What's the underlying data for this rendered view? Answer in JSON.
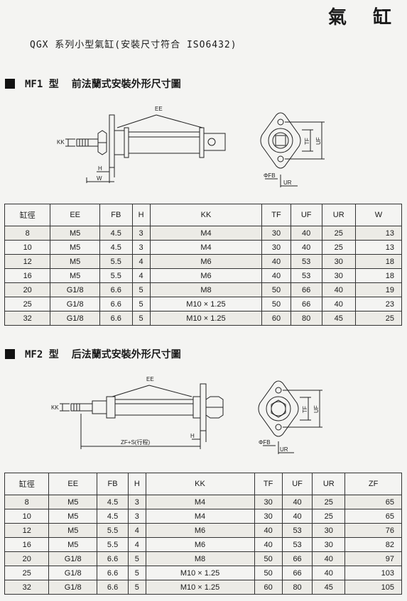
{
  "header": {
    "title": "氣 缸",
    "subtitle": "QGX 系列小型氣缸(安裝尺寸符合 ISO6432)"
  },
  "mf1": {
    "model": "MF1 型",
    "heading": "前法蘭式安裝外形尺寸圖",
    "labels": {
      "ee": "EE",
      "kk": "KK",
      "h": "H",
      "w": "W",
      "tf": "TF",
      "uf": "UF",
      "fb": "ΦFB",
      "ur": "UR"
    },
    "columns": [
      "缸徑",
      "EE",
      "FB",
      "H",
      "KK",
      "TF",
      "UF",
      "UR",
      "W"
    ],
    "rows": [
      [
        "8",
        "M5",
        "4.5",
        "3",
        "M4",
        "30",
        "40",
        "25",
        "13"
      ],
      [
        "10",
        "M5",
        "4.5",
        "3",
        "M4",
        "30",
        "40",
        "25",
        "13"
      ],
      [
        "12",
        "M5",
        "5.5",
        "4",
        "M6",
        "40",
        "53",
        "30",
        "18"
      ],
      [
        "16",
        "M5",
        "5.5",
        "4",
        "M6",
        "40",
        "53",
        "30",
        "18"
      ],
      [
        "20",
        "G1/8",
        "6.6",
        "5",
        "M8",
        "50",
        "66",
        "40",
        "19"
      ],
      [
        "25",
        "G1/8",
        "6.6",
        "5",
        "M10 × 1.25",
        "50",
        "66",
        "40",
        "23"
      ],
      [
        "32",
        "G1/8",
        "6.6",
        "5",
        "M10 × 1.25",
        "60",
        "80",
        "45",
        "25"
      ]
    ]
  },
  "mf2": {
    "model": "MF2 型",
    "heading": "后法蘭式安裝外形尺寸圖",
    "labels": {
      "ee": "EE",
      "kk": "KK",
      "h": "H",
      "zf": "ZF+S(行程)",
      "tf": "TF",
      "uf": "UF",
      "fb": "ΦFB",
      "ur": "UR"
    },
    "columns": [
      "缸徑",
      "EE",
      "FB",
      "H",
      "KK",
      "TF",
      "UF",
      "UR",
      "ZF"
    ],
    "rows": [
      [
        "8",
        "M5",
        "4.5",
        "3",
        "M4",
        "30",
        "40",
        "25",
        "65"
      ],
      [
        "10",
        "M5",
        "4.5",
        "3",
        "M4",
        "30",
        "40",
        "25",
        "65"
      ],
      [
        "12",
        "M5",
        "5.5",
        "4",
        "M6",
        "40",
        "53",
        "30",
        "76"
      ],
      [
        "16",
        "M5",
        "5.5",
        "4",
        "M6",
        "40",
        "53",
        "30",
        "82"
      ],
      [
        "20",
        "G1/8",
        "6.6",
        "5",
        "M8",
        "50",
        "66",
        "40",
        "97"
      ],
      [
        "25",
        "G1/8",
        "6.6",
        "5",
        "M10 × 1.25",
        "50",
        "66",
        "40",
        "103"
      ],
      [
        "32",
        "G1/8",
        "6.6",
        "5",
        "M10 × 1.25",
        "60",
        "80",
        "45",
        "105"
      ]
    ]
  }
}
